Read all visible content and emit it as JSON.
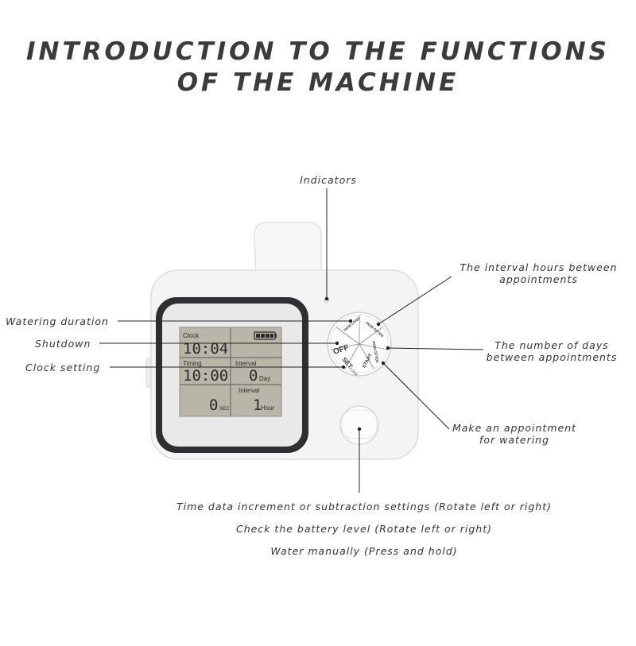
{
  "title": {
    "line1": "INTRODUCTION TO THE FUNCTIONS",
    "line2": "OF THE MACHINE"
  },
  "labels": {
    "indicators": "Indicators",
    "interval_hours_1": "The interval hours between",
    "interval_hours_2": "appointments",
    "watering_duration": "Watering duration",
    "shutdown": "Shutdown",
    "clock_setting": "Clock setting",
    "days_1": "The number of days",
    "days_2": "between appointments",
    "appointment_1": "Make an appointment",
    "appointment_2": "for watering",
    "knob_1": "Time data increment or subtraction settings  (Rotate left or right)",
    "knob_2": "Check the battery level  (Rotate left or right)",
    "knob_3": "Water manually  (Press and hold)"
  },
  "lcd": {
    "clock_label": "Clock",
    "clock_value": "10:04",
    "timing_label": "Timing",
    "timing_value": "10:00",
    "interval_label_1": "Interval",
    "interval_days_value": "0",
    "interval_days_unit": "Day",
    "duration_value": "0",
    "duration_unit": "SEC",
    "interval_label_2": "Interval",
    "interval_hours_value": "1",
    "interval_hours_unit": "Hour"
  },
  "dial": {
    "off": "OFF",
    "set": "SET",
    "set_sub": "CLOCK",
    "start": "START",
    "how_long": "HOW LONG",
    "how_often": "HOW OFTEN",
    "how_often_days": "HOW OFTEN"
  },
  "colors": {
    "body": "#f4f4f4",
    "bezel": "#2f2f33",
    "lcd_bg": "#b9b6a9",
    "lcd_text": "#2b2b2b",
    "line": "#222222"
  }
}
